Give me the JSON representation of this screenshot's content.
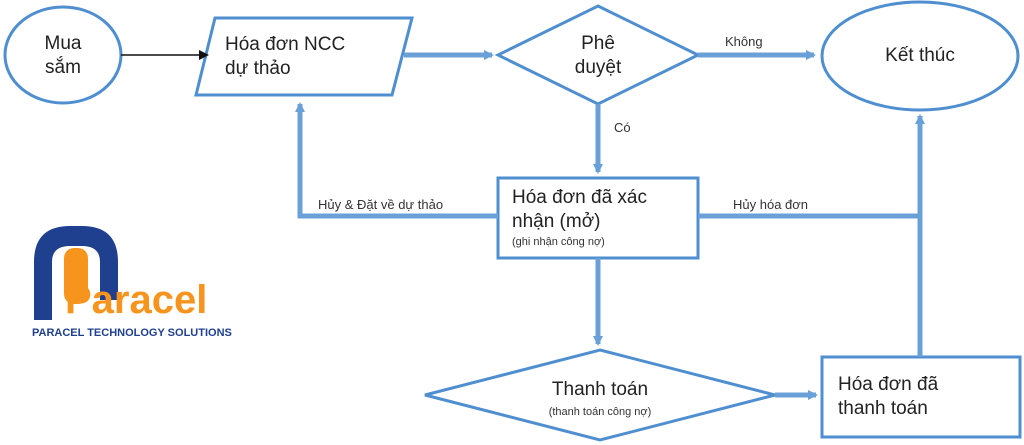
{
  "nodes": {
    "start": {
      "line1": "Mua",
      "line2": "sắm"
    },
    "draft": {
      "line1": "Hóa đơn NCC",
      "line2": "dự thảo"
    },
    "approve": {
      "line1": "Phê",
      "line2": "duyệt"
    },
    "end": {
      "text": "Kết thúc"
    },
    "confirmed": {
      "line1": "Hóa đơn đã xác",
      "line2": "nhận (mở)",
      "note": "(ghi nhận công nợ)"
    },
    "payment": {
      "text": "Thanh toán",
      "note": "(thanh toán công nợ)"
    },
    "paid": {
      "line1": "Hóa đơn đã",
      "line2": "thanh toán"
    }
  },
  "edges": {
    "no": "Không",
    "yes": "Có",
    "cancel_to_draft": "Hủy & Đặt về dự thảo",
    "cancel_invoice": "Hủy hóa đơn"
  },
  "logo": {
    "name": "Paracel",
    "tagline": "PARACEL TECHNOLOGY SOLUTIONS"
  },
  "colors": {
    "shape_stroke": "#4f8fd0",
    "arrow": "#6aa0d8",
    "logo_blue": "#1f3f8f",
    "logo_orange": "#f7941d"
  }
}
